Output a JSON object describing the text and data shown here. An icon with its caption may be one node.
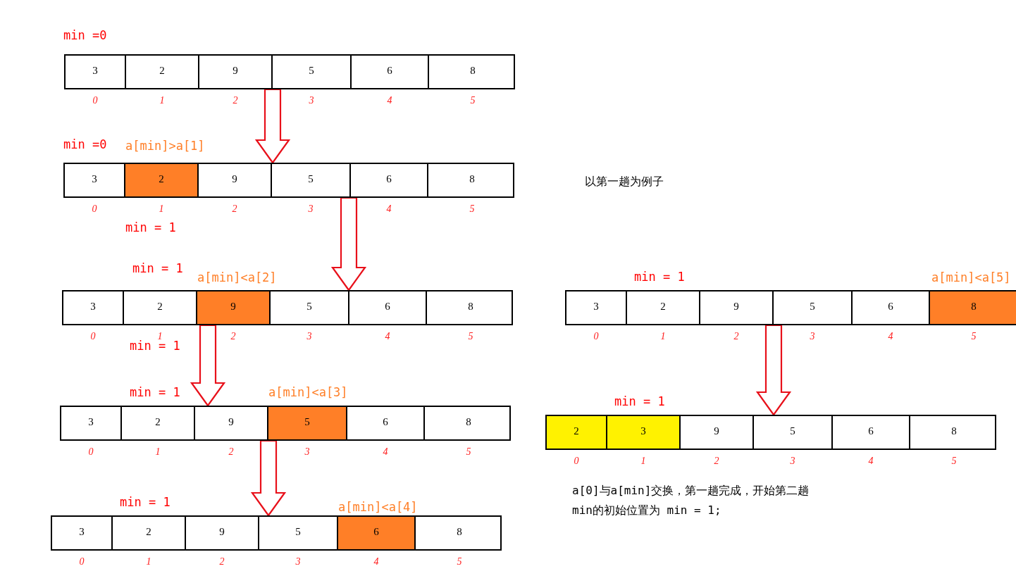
{
  "diagram": {
    "nodes": [
      {
        "text": [],
        "shape": "box"
      },
      {
        "text": [
          "3"
        ],
        "in": 0,
        "beside": [
          "0"
        ]
      },
      {
        "text": [
          "2"
        ],
        "in": 0,
        "beside": [
          "1"
        ]
      },
      {
        "text": [
          "9"
        ],
        "in": 0,
        "beside": [
          "2"
        ]
      },
      {
        "text": [
          "5"
        ],
        "in": 0,
        "beside": [
          "3"
        ]
      },
      {
        "text": [
          "6"
        ],
        "in": 0,
        "beside": [
          "4"
        ]
      },
      {
        "text": [
          "8"
        ],
        "in": 0,
        "beside": [
          "5"
        ]
      },
      {
        "text": [],
        "shape": "box"
      },
      {
        "text": [
          "3"
        ],
        "in": 7,
        "beside": [
          "0"
        ]
      },
      {
        "text": [
          "2"
        ],
        "in": 7,
        "beside": [
          "1"
        ]
      },
      {
        "text": [
          "9"
        ],
        "in": 7,
        "beside": [
          "2"
        ]
      },
      {
        "text": [
          "5"
        ],
        "in": 7,
        "beside": [
          "3"
        ]
      },
      {
        "text": [
          "6"
        ],
        "in": 7,
        "beside": [
          "4"
        ]
      },
      {
        "text": [
          "8"
        ],
        "in": 7,
        "beside": [
          "5"
        ]
      },
      {
        "text": [],
        "shape": "box"
      },
      {
        "text": [
          "3"
        ],
        "in": 14,
        "beside": [
          "0"
        ]
      },
      {
        "text": [
          "2"
        ],
        "in": 14,
        "beside": [
          "1"
        ]
      },
      {
        "text": [
          "9"
        ],
        "in": 14,
        "beside": [
          "2"
        ]
      },
      {
        "text": [
          "5"
        ],
        "in": 14,
        "beside": [
          "3"
        ]
      },
      {
        "text": [
          "6"
        ],
        "in": 14,
        "beside": [
          "4"
        ]
      },
      {
        "text": [
          "8"
        ],
        "in": 14,
        "beside": [
          "5"
        ]
      },
      {
        "text": [],
        "shape": "box"
      },
      {
        "text": [
          "3"
        ],
        "in": 21,
        "beside": [
          "0"
        ]
      },
      {
        "text": [
          "2"
        ],
        "in": 21,
        "beside": [
          "1"
        ]
      },
      {
        "text": [
          "9"
        ],
        "in": 21,
        "beside": [
          "2"
        ]
      },
      {
        "text": [
          "5"
        ],
        "in": 21,
        "beside": [
          "3"
        ]
      },
      {
        "text": [
          "6"
        ],
        "in": 21,
        "beside": [
          "4"
        ]
      },
      {
        "text": [
          "8"
        ],
        "in": 21,
        "beside": [
          "5"
        ]
      },
      {
        "text": [],
        "shape": "box"
      },
      {
        "text": [
          "3"
        ],
        "in": 28,
        "beside": [
          "0"
        ]
      },
      {
        "text": [
          "2"
        ],
        "in": 28,
        "beside": [
          "1"
        ]
      },
      {
        "text": [
          "9"
        ],
        "in": 28,
        "beside": [
          "2"
        ]
      },
      {
        "text": [
          "5"
        ],
        "in": 28,
        "beside": [
          "3"
        ]
      },
      {
        "text": [
          "6"
        ],
        "in": 28,
        "beside": [
          "4"
        ]
      },
      {
        "text": [
          "8"
        ],
        "in": 28,
        "beside": [
          "5"
        ]
      },
      {
        "text": [],
        "shape": "box"
      },
      {
        "text": [
          "3"
        ],
        "in": 35,
        "beside": [
          "0"
        ]
      },
      {
        "text": [
          "2"
        ],
        "in": 35,
        "beside": [
          "1"
        ]
      },
      {
        "text": [
          "9"
        ],
        "in": 35,
        "beside": [
          "2"
        ]
      },
      {
        "text": [
          "5"
        ],
        "in": 35,
        "beside": [
          "3"
        ]
      },
      {
        "text": [
          "6"
        ],
        "in": 35,
        "beside": [
          "4"
        ]
      },
      {
        "text": [
          "8"
        ],
        "in": 35,
        "beside": [
          "5"
        ]
      },
      {
        "text": [],
        "shape": "box"
      },
      {
        "text": [
          "2"
        ],
        "in": 42,
        "beside": [
          "0"
        ]
      },
      {
        "text": [
          "3"
        ],
        "in": 42,
        "beside": [
          "1"
        ]
      },
      {
        "text": [
          "9"
        ],
        "in": 42,
        "beside": [
          "2"
        ]
      },
      {
        "text": [
          "5"
        ],
        "in": 42,
        "beside": [
          "3"
        ]
      },
      {
        "text": [
          "6"
        ],
        "in": 42,
        "beside": [
          "4"
        ]
      },
      {
        "text": [
          "8"
        ],
        "in": 42,
        "beside": [
          "5"
        ]
      }
    ],
    "edges": [
      {
        "from": 0,
        "to": 7,
        "arrow": "to"
      },
      {
        "from": 7,
        "to": 14,
        "arrow": "to"
      },
      {
        "from": 14,
        "to": 21,
        "arrow": "to"
      },
      {
        "from": 21,
        "to": 28,
        "arrow": "to"
      },
      {
        "from": 35,
        "to": 42,
        "arrow": "to"
      }
    ],
    "labels": [
      "min =0",
      "min =0",
      "a[min]>a[1]",
      "以第一趟为例子",
      "min = 1",
      "min = 1",
      "a[min]<a[2]",
      "min = 1",
      "a[min]<a[5]",
      "min = 1",
      "min = 1",
      "a[min]<a[3]",
      "min = 1",
      "a[0]与a[min]交换，第一趟完成，开始第二趟min的初始位置为 min = 1;",
      "min = 1",
      "a[min]<a[4]"
    ]
  }
}
